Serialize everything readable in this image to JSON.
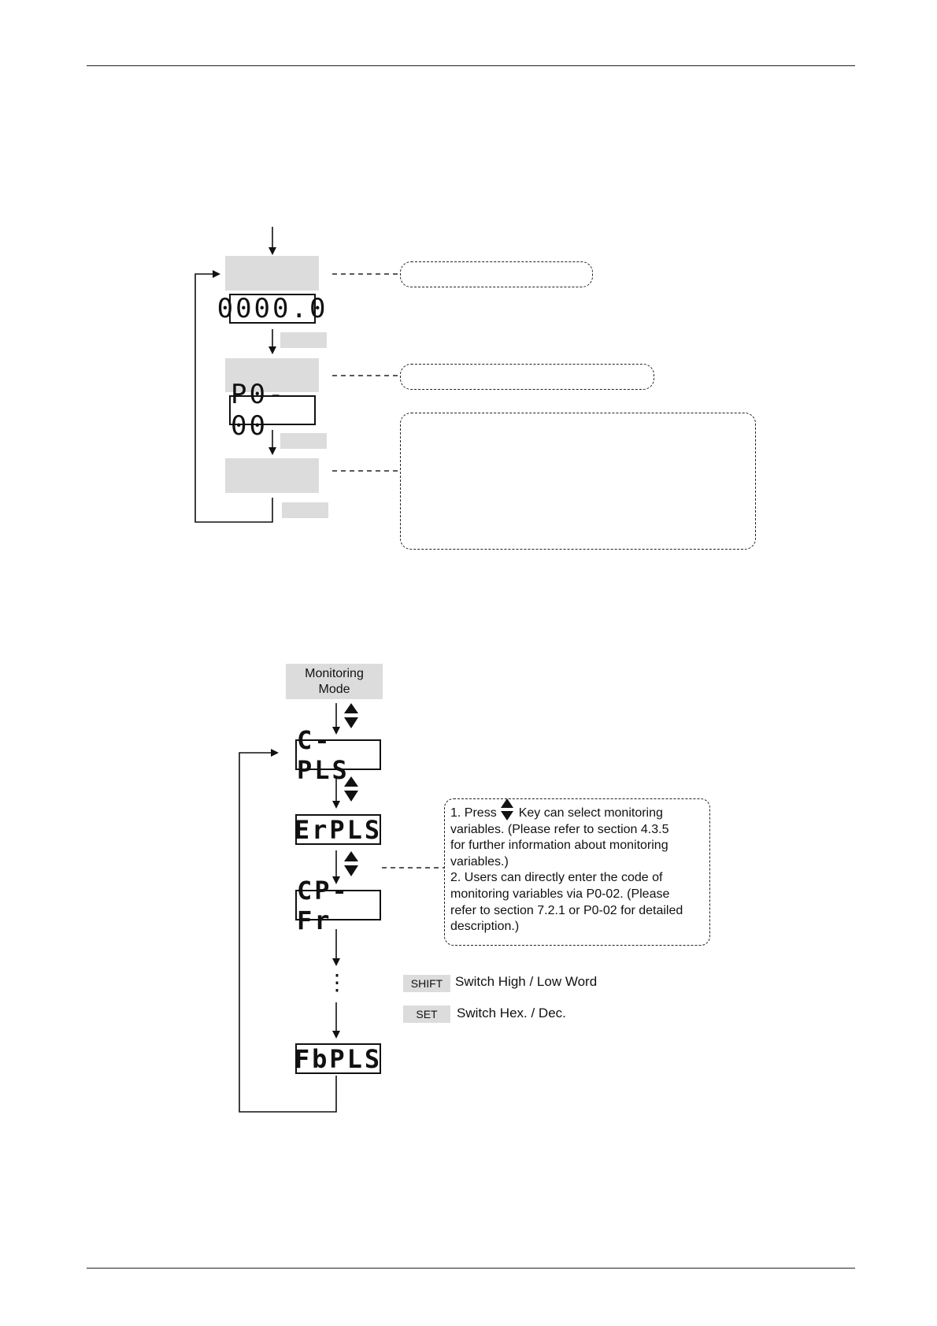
{
  "top_section": {
    "displays": [
      {
        "id": "monitor",
        "text": "0000.0"
      },
      {
        "id": "param",
        "text": "P0-00"
      }
    ]
  },
  "bottom_section": {
    "mode_label_line1": "Monitoring",
    "mode_label_line2": "Mode",
    "displays": [
      {
        "id": "c-pls",
        "text": "C-PLS"
      },
      {
        "id": "erpls",
        "text": "ErPLS"
      },
      {
        "id": "cp-fr",
        "text": "CP-Fr"
      },
      {
        "id": "fbpls",
        "text": "FbPLS"
      }
    ],
    "continuation_marker": "⋮",
    "note": {
      "line1_before_icon": "1. Press",
      "line1_after_icon": "Key can select monitoring",
      "line2": "variables. (Please refer to section 4.3.5",
      "line3": "for further information about monitoring",
      "line4": "variables.)",
      "line5": "2. Users can directly enter the code of",
      "line6": "monitoring variables via P0-02. (Please",
      "line7": "refer to section 7.2.1 or P0-02 for detailed",
      "line8": "description.)"
    },
    "keys": [
      {
        "key": "SHIFT",
        "desc": "Switch High / Low Word"
      },
      {
        "key": "SET",
        "desc": "Switch Hex. / Dec."
      }
    ]
  }
}
